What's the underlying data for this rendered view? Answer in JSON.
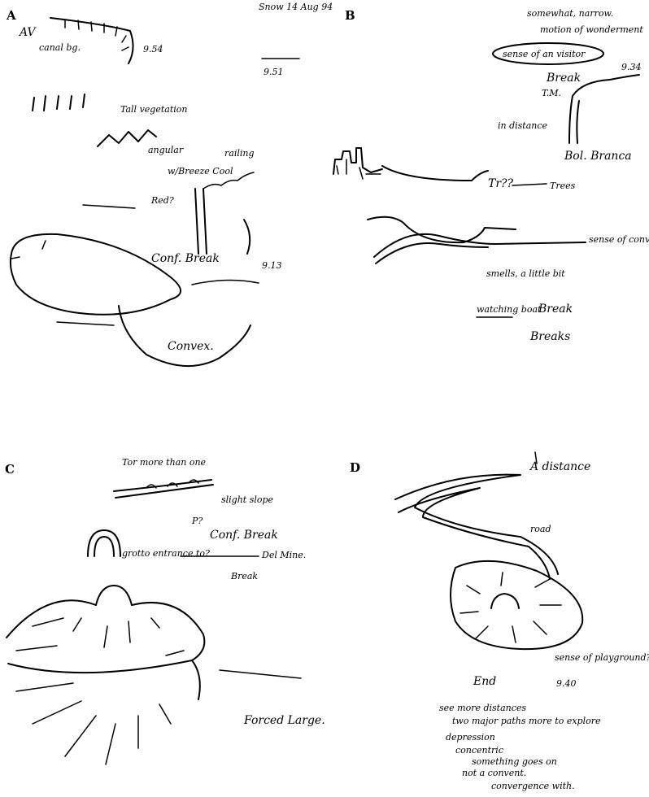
{
  "panels": {
    "a": {
      "label": "A",
      "notes": {
        "date": "Snow 14 Aug 94",
        "av": "AV",
        "canal": "canal bg.",
        "t1": "9.54",
        "t2": "9.51",
        "tall": "Tall vegetation",
        "angular": "angular",
        "railing": "railing",
        "cool": "w/Breeze Cool",
        "red": "Red?",
        "conf": "Conf. Break",
        "t3": "9.13",
        "convex": "Convex."
      }
    },
    "b": {
      "label": "B",
      "notes": {
        "top1": "somewhat, narrow.",
        "top2": "motion of wonderment",
        "circled": "sense of an visitor",
        "break1": "Break",
        "t1": "9.34",
        "tm": "T.M.",
        "distance": "in distance",
        "bol": "Bol. Branca",
        "trees": "Trees",
        "wind": "Tr??",
        "convergence": "sense of convergence",
        "smells": "smells, a little bit",
        "watching": "watching boat",
        "break2": "Break",
        "break3": "Breaks"
      }
    },
    "c": {
      "label": "C",
      "notes": {
        "top": "Tor more than one",
        "slope": "slight slope",
        "p": "P?",
        "conf": "Conf. Break",
        "grotto": "grotto entrance to?",
        "delmine": "Del Mine.",
        "break": "Break",
        "forced": "Forced Large."
      }
    },
    "d": {
      "label": "D",
      "notes": {
        "distance": "A distance",
        "road": "road",
        "playground": "sense of playground?",
        "end": "End",
        "t1": "9.40",
        "l1": "see more distances",
        "l2": "two major paths more to explore",
        "l3": "depression",
        "l4": "concentric",
        "l5": "something goes on",
        "l6": "not a convent.",
        "l7": "convergence with."
      }
    }
  }
}
